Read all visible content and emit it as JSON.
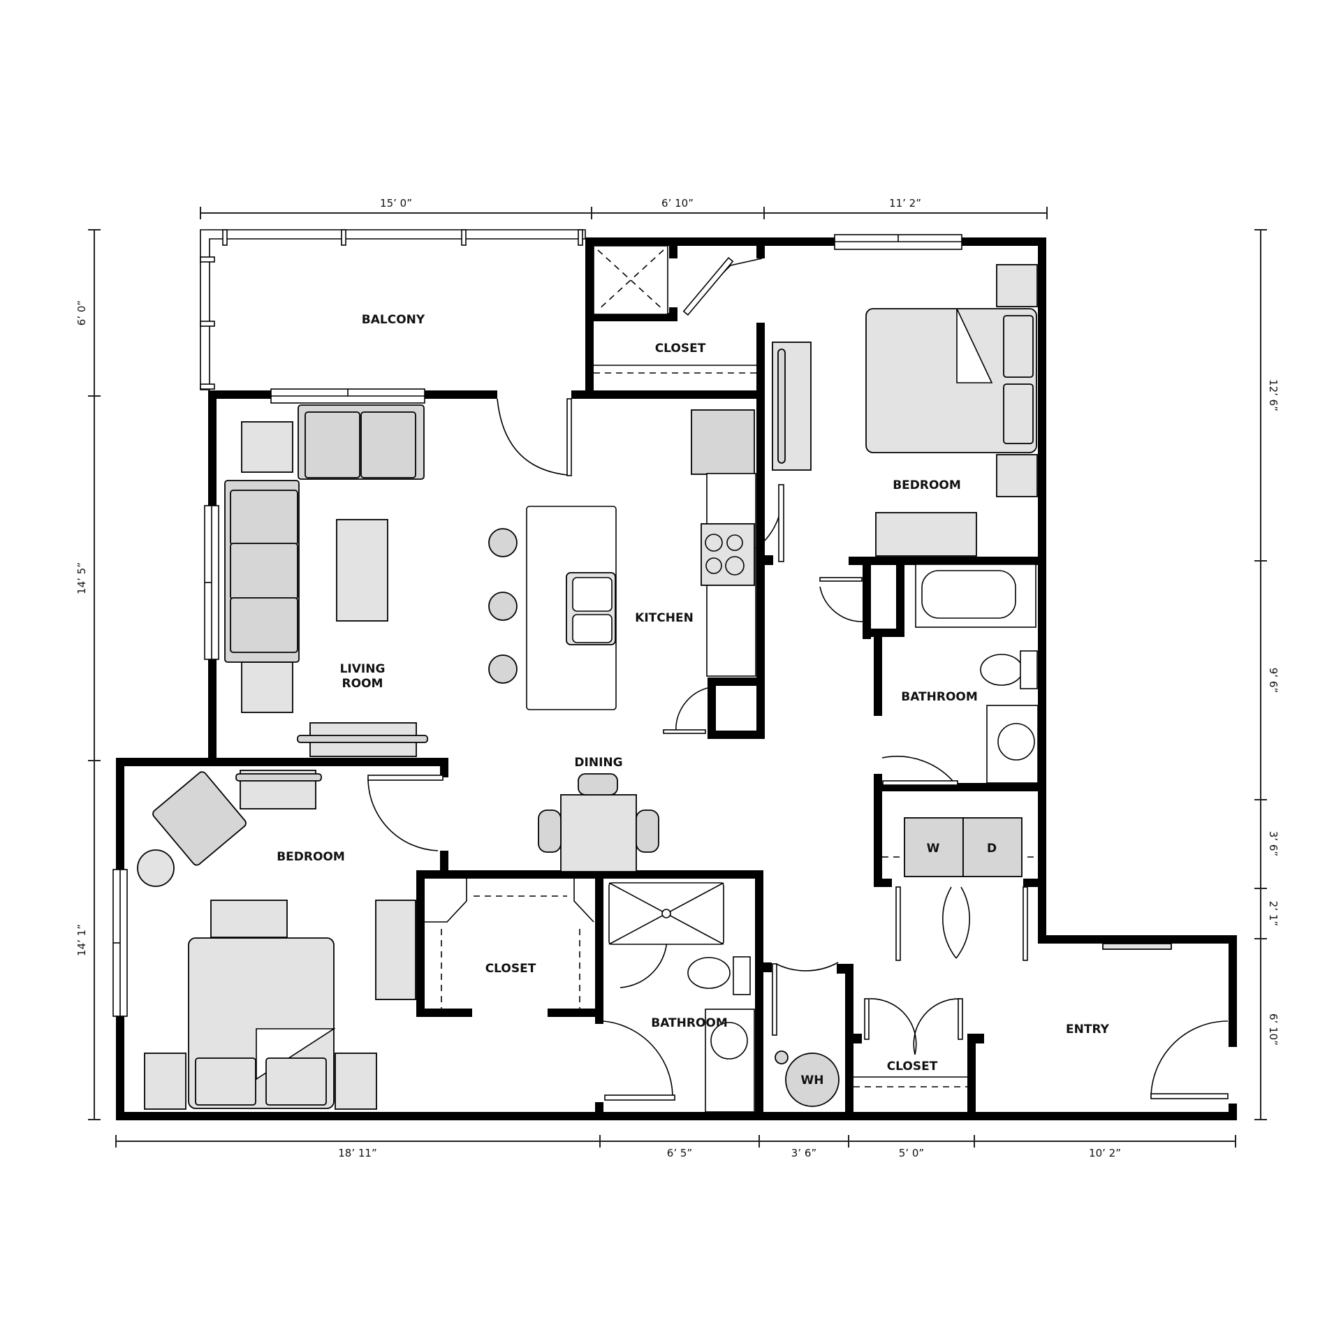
{
  "plan": {
    "rooms": {
      "balcony": "BALCONY",
      "closet_top": "CLOSET",
      "bedroom_top": "BEDROOM",
      "living_room_line1": "LIVING",
      "living_room_line2": "ROOM",
      "kitchen": "KITCHEN",
      "dining": "DINING",
      "bathroom_right": "BATHROOM",
      "bedroom_left": "BEDROOM",
      "closet_left": "CLOSET",
      "bathroom_bottom": "BATHROOM",
      "closet_bottom": "CLOSET",
      "entry": "ENTRY"
    },
    "appliances": {
      "washer": "W",
      "dryer": "D",
      "water_heater": "WH"
    },
    "dimensions": {
      "top": [
        "15’ 0”",
        "6’ 10”",
        "11’ 2”"
      ],
      "bottom": [
        "18’ 11”",
        "6’ 5”",
        "3’ 6”",
        "5’ 0”",
        "10’ 2”"
      ],
      "left": [
        "6’ 0”",
        "14’ 5”",
        "14’ 1”"
      ],
      "right": [
        "12’ 6”",
        "9’ 6”",
        "3’ 6”",
        "2’ 1”",
        "6’ 10”"
      ]
    },
    "colors": {
      "wall": "#000000",
      "furniture": "#e3e3e3",
      "background": "#ffffff"
    }
  }
}
